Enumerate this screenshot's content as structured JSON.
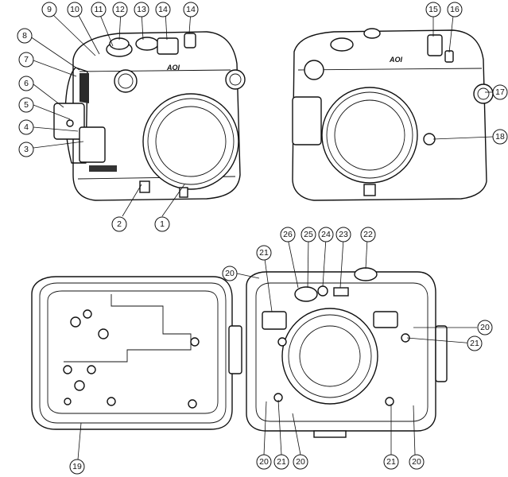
{
  "brand_logo": "AOI",
  "callouts": [
    "1",
    "2",
    "3",
    "4",
    "5",
    "6",
    "7",
    "8",
    "9",
    "10",
    "11",
    "12",
    "13",
    "14",
    "15",
    "16",
    "17",
    "18",
    "19",
    "20",
    "21",
    "22",
    "23",
    "24",
    "25",
    "26"
  ]
}
